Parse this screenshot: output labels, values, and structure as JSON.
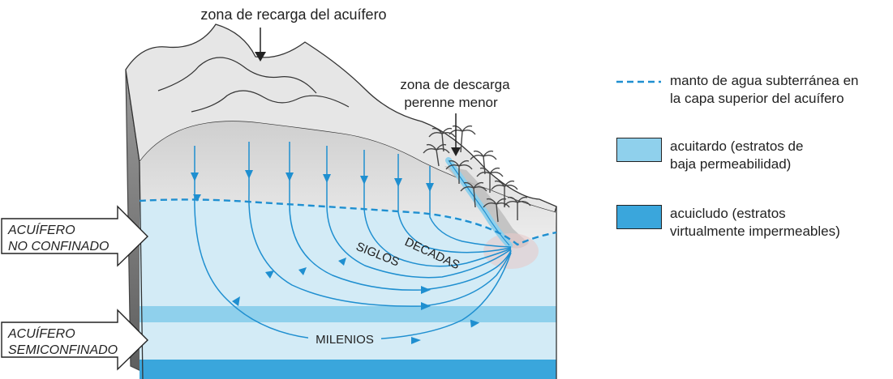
{
  "labels": {
    "recharge_zone": "zona de recarga del acuífero",
    "discharge_zone_line1": "zona de descarga",
    "discharge_zone_line2": "perenne menor",
    "siglos": "SIGLOS",
    "decadas": "DECADAS",
    "milenios": "MILENIOS",
    "unconfined_line1": "ACUÍFERO",
    "unconfined_line2": "NO CONFINADO",
    "semiconfined_line1": "ACUÍFERO",
    "semiconfined_line2": "SEMICONFINADO"
  },
  "legend": {
    "water_table_line1": "manto de agua subterránea en",
    "water_table_line2": "la capa superior del acuífero",
    "aquitard_line1": "acuitardo (estratos de",
    "aquitard_line2": "baja permeabilidad)",
    "aquiclude_line1": "acuicludo (estratos",
    "aquiclude_line2": "virtualmente impermeables)"
  },
  "colors": {
    "aquifer": "#d3ebf6",
    "aquitard": "#8fd0ec",
    "aquiclude": "#3aa6dc",
    "water_table": "#1f8fd0",
    "flow_lines": "#1f8fd0",
    "terrain": "#d6d6d6",
    "mountains": "#e6e6e6"
  }
}
